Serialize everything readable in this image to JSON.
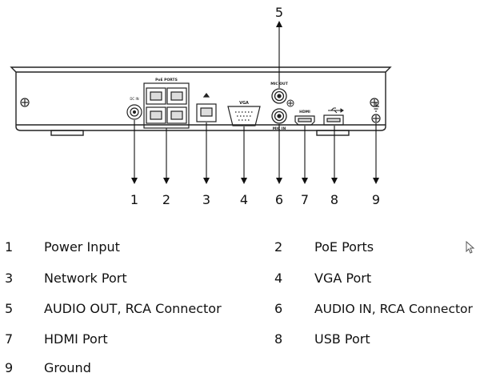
{
  "diagram": {
    "callout_numbers": [
      "1",
      "2",
      "3",
      "4",
      "5",
      "6",
      "7",
      "8",
      "9"
    ],
    "panel_labels": {
      "poe": "PoE PORTS",
      "vga": "VGA",
      "mic_out": "MIC OUT",
      "mic_in": "MIC IN",
      "hdmi": "HDMI",
      "power": "DC IN"
    }
  },
  "legend": {
    "items": [
      {
        "num": "1",
        "text": "Power Input"
      },
      {
        "num": "2",
        "text": "PoE Ports"
      },
      {
        "num": "3",
        "text": "Network Port"
      },
      {
        "num": "4",
        "text": "VGA Port"
      },
      {
        "num": "5",
        "text": "AUDIO OUT, RCA Connector"
      },
      {
        "num": "6",
        "text": "AUDIO IN, RCA Connector"
      },
      {
        "num": "7",
        "text": "HDMI Port"
      },
      {
        "num": "8",
        "text": "USB Port"
      },
      {
        "num": "9",
        "text": "Ground"
      }
    ]
  }
}
